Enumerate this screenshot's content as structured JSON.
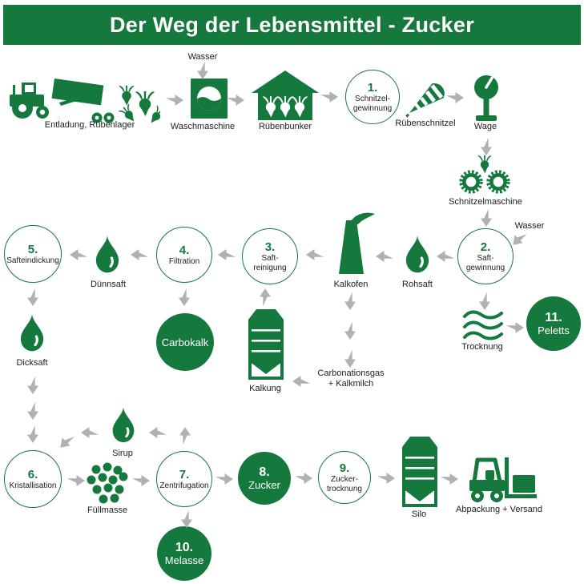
{
  "title": "Der Weg der Lebensmittel - Zucker",
  "colors": {
    "green": "#15793D",
    "arrow_gray": "#B1B1B1",
    "text_dark": "#1D1D1B",
    "title_text": "#FFFFFF"
  },
  "steps": {
    "s1": {
      "number": "1.",
      "line1": "Schnitzel-",
      "line2": "gewinnung"
    },
    "s2": {
      "number": "2.",
      "line1": "Saft-",
      "line2": "gewinnung"
    },
    "s3": {
      "number": "3.",
      "line1": "Saft-",
      "line2": "reinigung"
    },
    "s4": {
      "number": "4.",
      "line1": "Filtration"
    },
    "s5": {
      "number": "5.",
      "line1": "Safteindickung"
    },
    "s6": {
      "number": "6.",
      "line1": "Kristallisation"
    },
    "s7": {
      "number": "7.",
      "line1": "Zentrifugation"
    },
    "s8": {
      "number": "8.",
      "line1": "Zucker"
    },
    "s9": {
      "number": "9.",
      "line1": "Zucker-",
      "line2": "trocknung"
    },
    "s10": {
      "number": "10.",
      "line1": "Melasse"
    },
    "s11": {
      "number": "11.",
      "line1": "Peletts"
    },
    "carbokalk": {
      "line1": "Carbokalk"
    }
  },
  "labels": {
    "entladung": "Entladung, Rübenlager",
    "wasser_top": "Wasser",
    "waschmaschine": "Waschmaschine",
    "ruebenbunker": "Rübenbunker",
    "ruebenschnitzel": "Rübenschnitzel",
    "wage": "Wage",
    "schnitzelmaschine": "Schnitzelmaschine",
    "wasser_mid": "Wasser",
    "rohsaft": "Rohsaft",
    "kalkofen": "Kalkofen",
    "kalkung": "Kalkung",
    "carbonationsgas_1": "Carbonationsgas",
    "carbonationsgas_2": "+ Kalkmilch",
    "duennsaft": "Dünnsaft",
    "dicksaft": "Dicksaft",
    "trocknung": "Trocknung",
    "sirup": "Sirup",
    "fuellmasse": "Füllmasse",
    "silo": "Silo",
    "abpackung": "Abpackung + Versand"
  }
}
